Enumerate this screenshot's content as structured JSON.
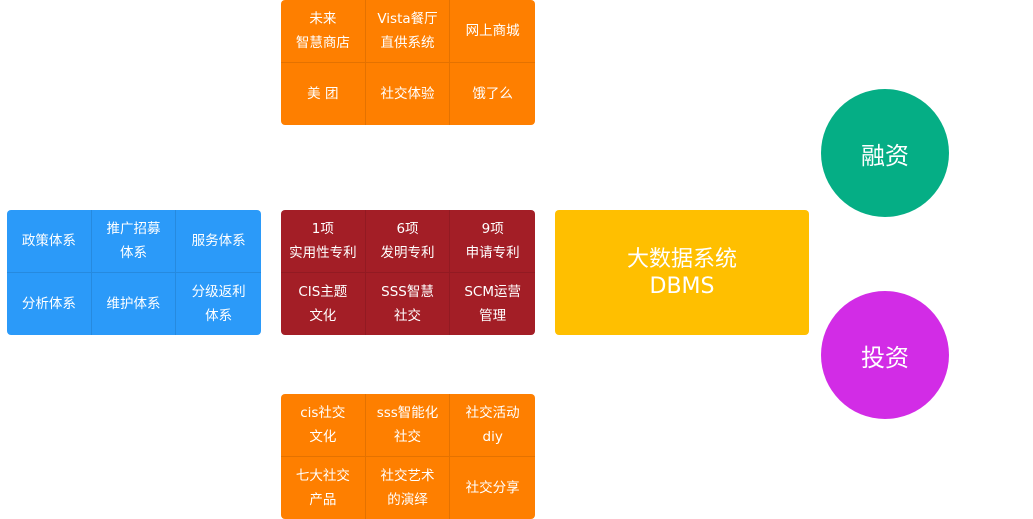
{
  "colors": {
    "orange": "#fe7f00",
    "blue": "#2b9af9",
    "crimson": "#a31e26",
    "amber": "#ffbf00",
    "teal": "#05ae85",
    "purple": "#d22ce6"
  },
  "top_grid": [
    "未来\n智慧商店",
    "Vista餐厅\n直供系统",
    "网上商城",
    "美 团",
    "社交体验",
    "饿了么"
  ],
  "left_grid": [
    "政策体系",
    "推广招募\n体系",
    "服务体系",
    "分析体系",
    "维护体系",
    "分级返利\n体系"
  ],
  "center_grid": [
    "1项\n实用性专利",
    "6项\n发明专利",
    "9项\n申请专利",
    "CIS主题\n文化",
    "SSS智慧\n社交",
    "SCM运营\n管理"
  ],
  "bottom_grid": [
    "cis社交\n文化",
    "sss智能化\n社交",
    "社交活动\ndiy",
    "七大社交\n产品",
    "社交艺术\n的演绎",
    "社交分享"
  ],
  "core": {
    "title": "大数据系统",
    "subtitle": "DBMS"
  },
  "circles": {
    "finance": "融资",
    "invest": "投资"
  }
}
